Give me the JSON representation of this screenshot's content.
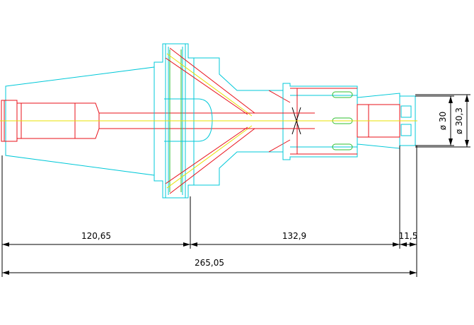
{
  "drawing": {
    "colors": {
      "contour": "#00c8d8",
      "hidden_parts": "#e8101a",
      "centerline": "#e8e000",
      "dimension": "#000000",
      "slot": "#2fbf2f"
    }
  },
  "dimensions": {
    "length_taper": "120,65",
    "length_holder": "132,9",
    "length_tail": "11,5",
    "length_total": "265,05",
    "diameter_inner": "ø 30",
    "diameter_outer": "ø 30,3"
  }
}
